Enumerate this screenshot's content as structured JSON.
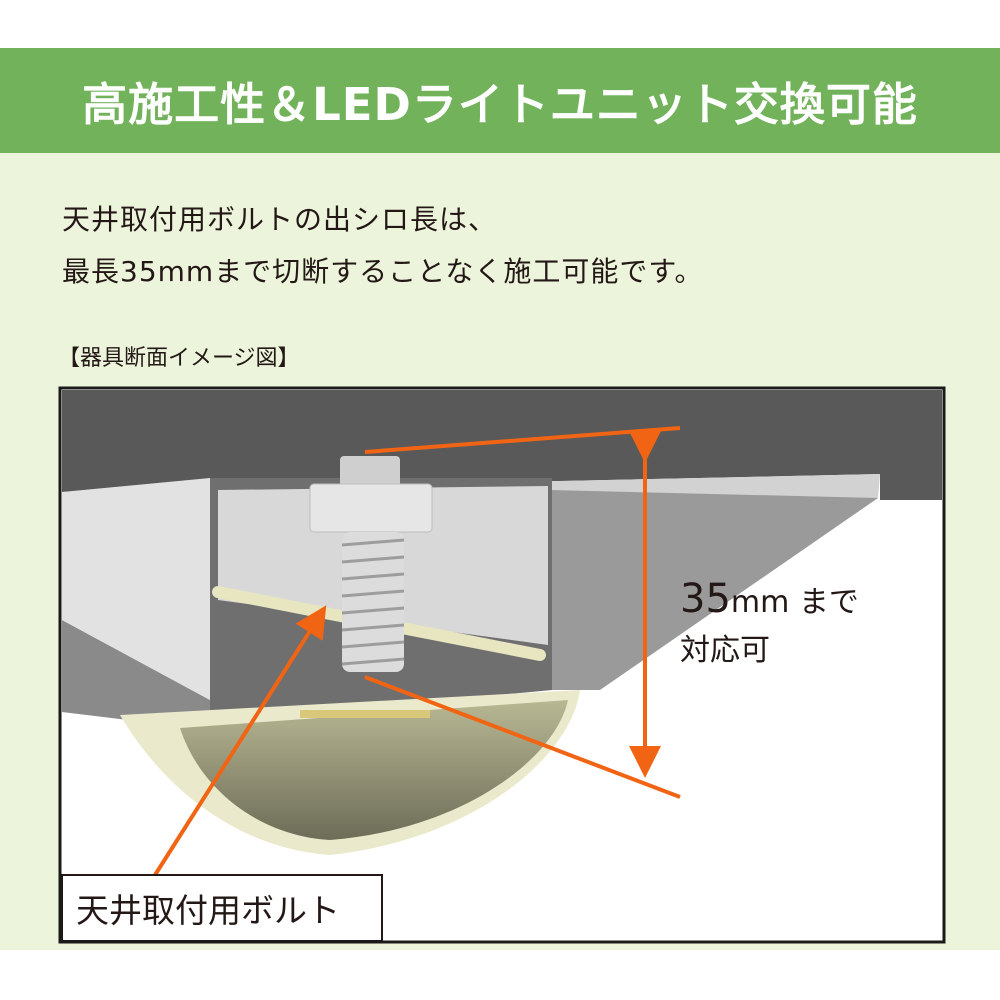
{
  "header": {
    "title": "高施工性＆LEDライトユニット交換可能"
  },
  "body": {
    "lines": [
      "天井取付用ボルトの出シロ長は、",
      "最長35mmまで切断することなく施工可能です。"
    ]
  },
  "diagram": {
    "caption": "【器具断面イメージ図】",
    "dimension_number": "35",
    "dimension_unit": "mm まで",
    "dimension_note": "対応可",
    "bolt_label": "天井取付用ボルト",
    "max_bolt_length_mm": 35
  },
  "colors": {
    "band": "#71b25a",
    "background": "#ecf4dc",
    "accent": "#f06414",
    "ceiling": "#595959"
  }
}
